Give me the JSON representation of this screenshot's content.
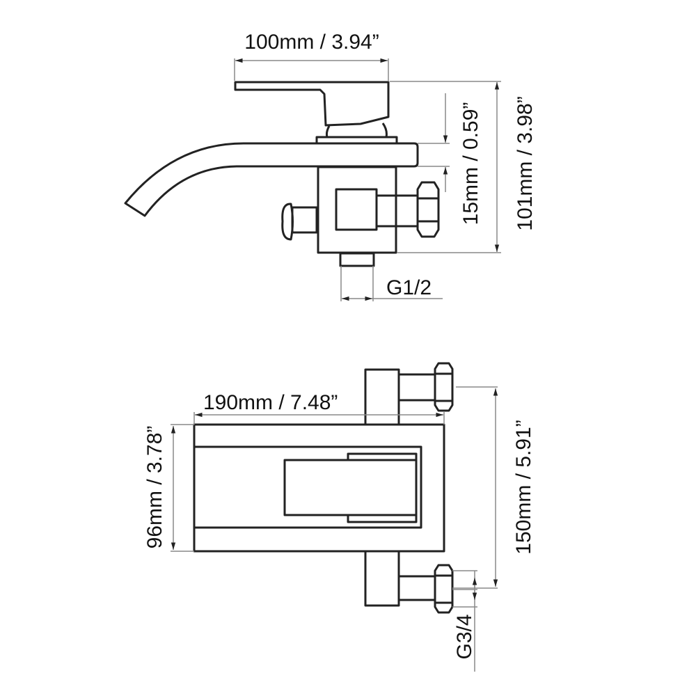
{
  "side_view": {
    "width_label": "100mm / 3.94”",
    "lever_gap_label": "15mm / 0.59”",
    "height_label": "101mm / 3.98”",
    "outlet_label": "G1/2"
  },
  "top_view": {
    "length_label": "190mm / 7.48”",
    "depth_label": "96mm / 3.78”",
    "inlet_spacing_label": "150mm / 5.91”",
    "inlet_label": "G3/4"
  },
  "colors": {
    "line": "#222222",
    "dimension": "#888888"
  }
}
